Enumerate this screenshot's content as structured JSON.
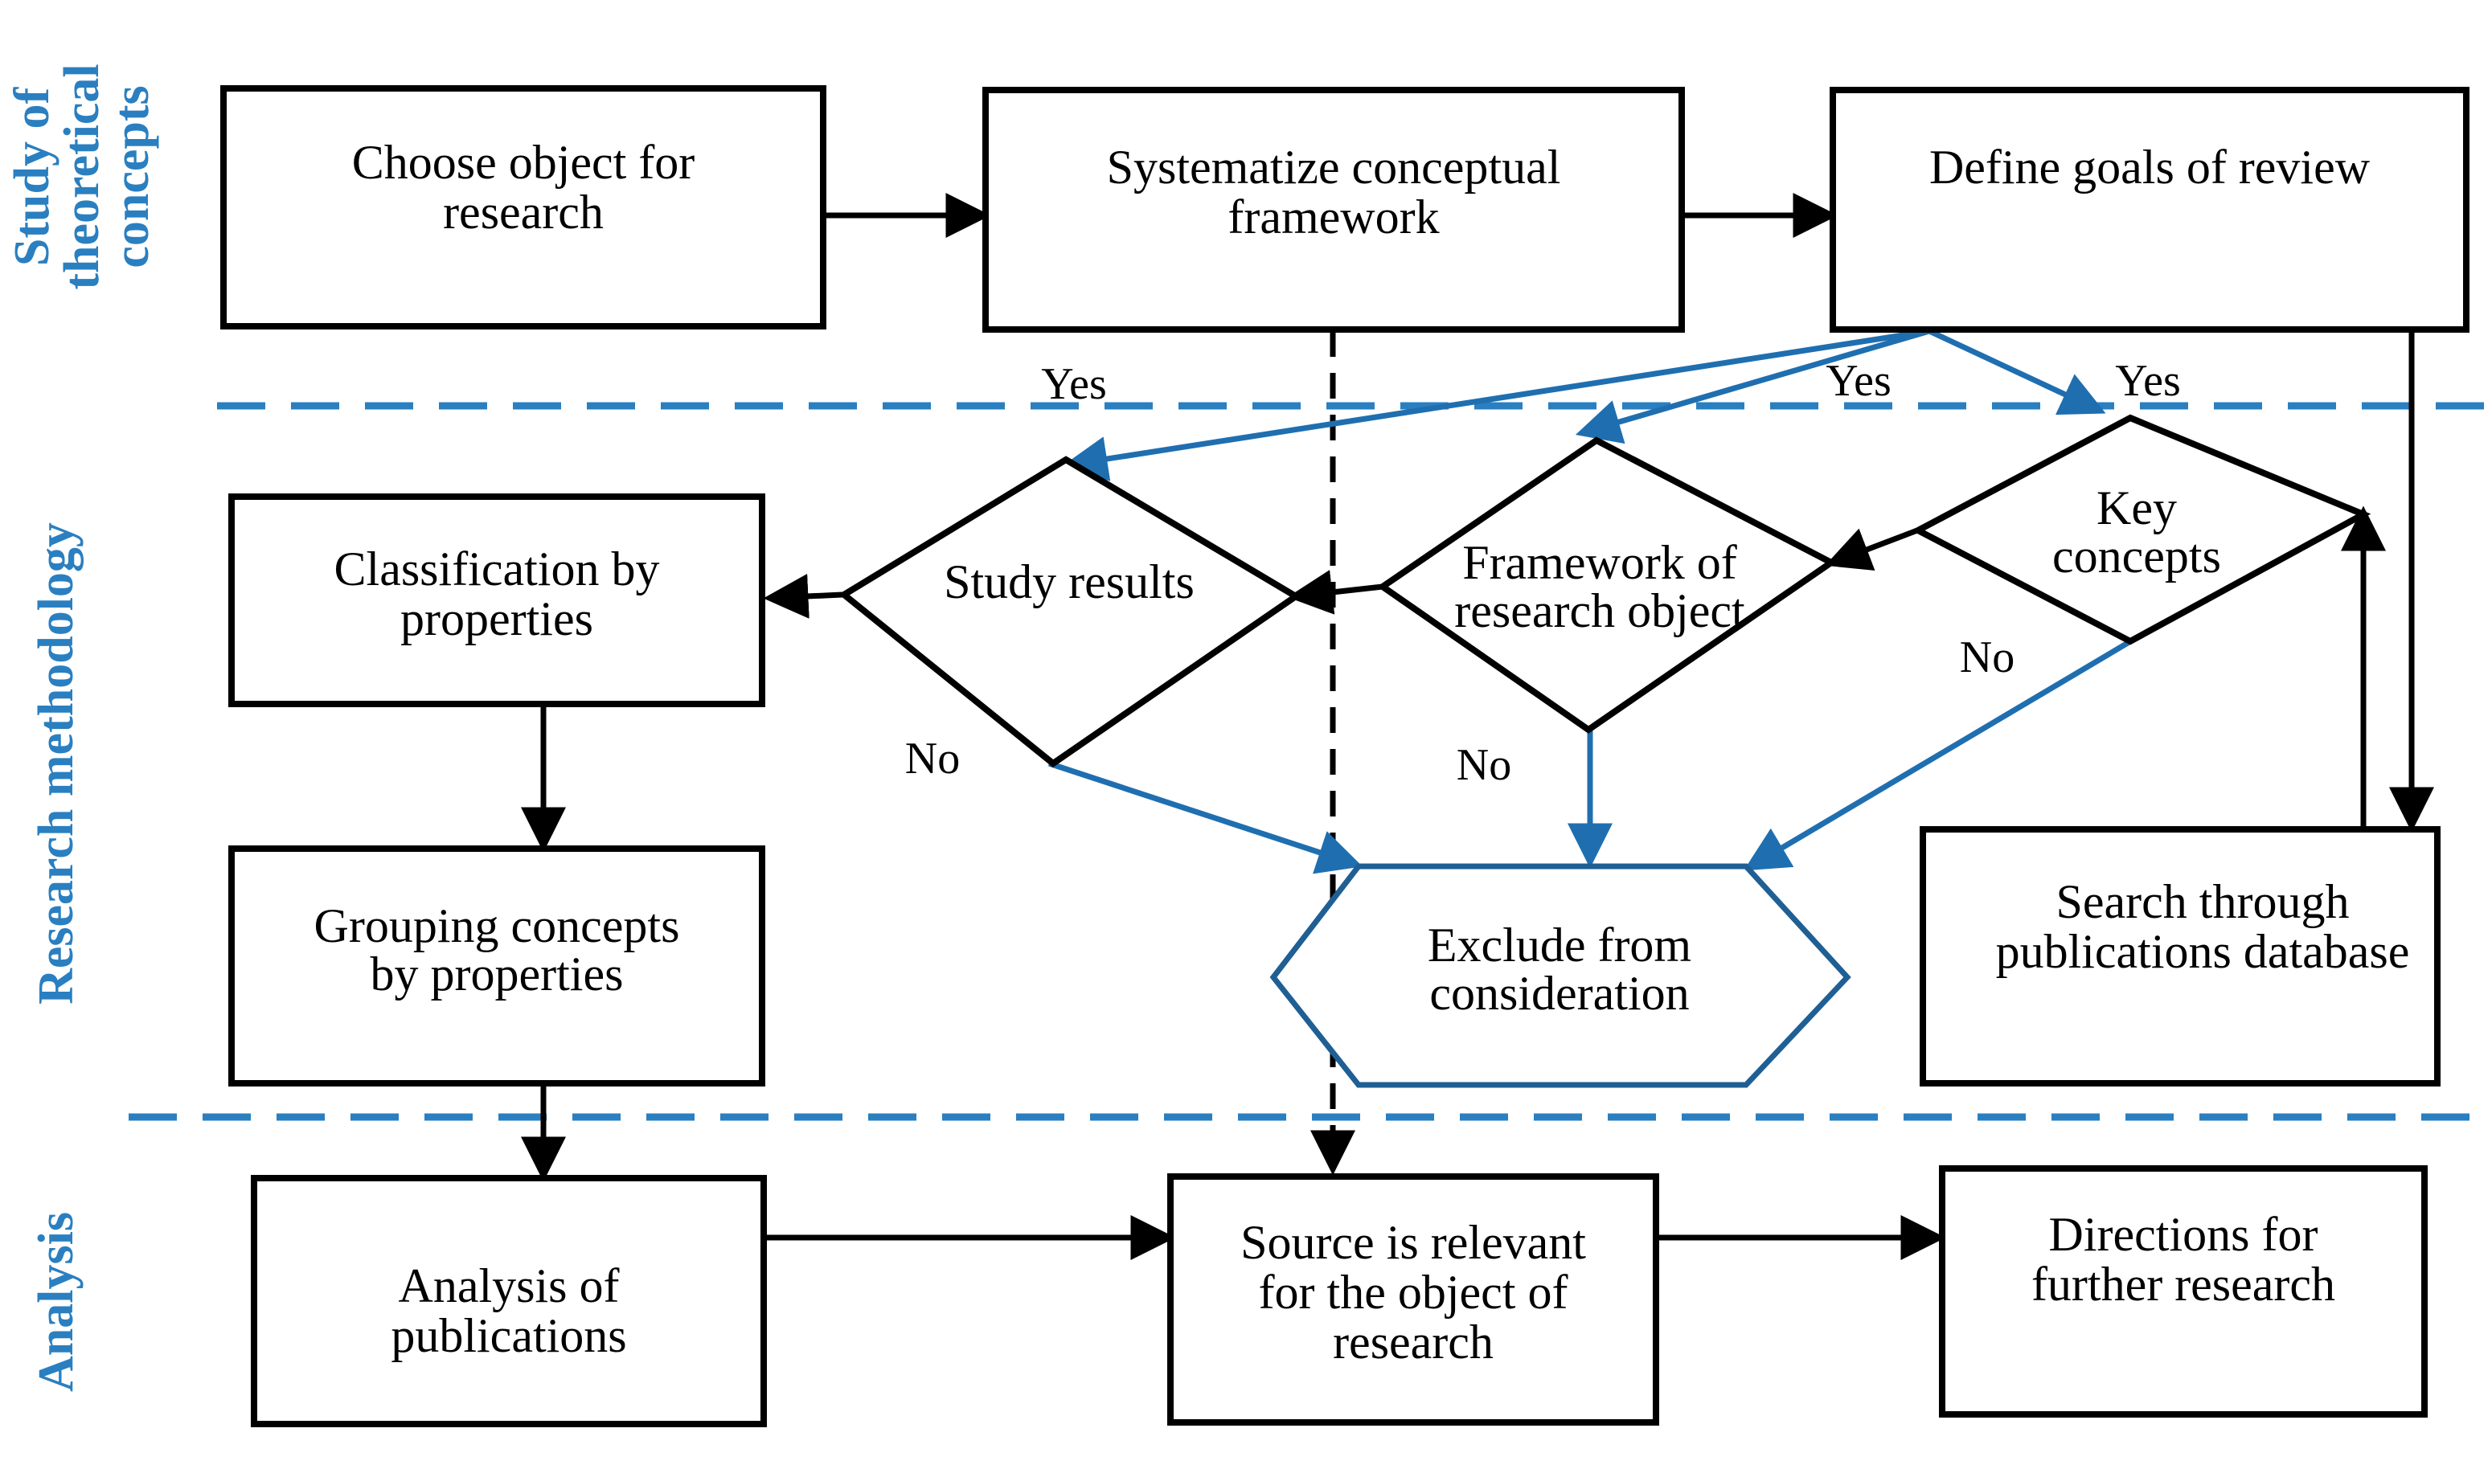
{
  "colors": {
    "section_label": "#2a7fc0",
    "separator": "#2a7fc0",
    "no_path_arrow": "#1f6fb0",
    "exclude_border": "#1f5f94",
    "box_border": "#000000"
  },
  "sections": {
    "theory": [
      "Study of",
      "theoretical",
      "concepts"
    ],
    "methodology": [
      "Research methodology"
    ],
    "analysis": [
      "Analysis"
    ]
  },
  "nodes": {
    "choose_object": [
      "Choose object for",
      "research"
    ],
    "systematize": [
      "Systematize conceptual",
      "framework"
    ],
    "define_goals": [
      "Define goals of review"
    ],
    "study_results": [
      "Study results"
    ],
    "framework_object": [
      "Framework of",
      "research object"
    ],
    "key_concepts": [
      "Key",
      "concepts"
    ],
    "classification": [
      "Classification by",
      "properties"
    ],
    "grouping": [
      "Grouping concepts",
      "by properties"
    ],
    "exclude": [
      "Exclude from",
      "consideration"
    ],
    "search_db": [
      "Search through",
      "publications database"
    ],
    "analysis_pubs": [
      "Analysis of",
      "publications"
    ],
    "source_relevant": [
      "Source is relevant",
      "for the object of",
      "research"
    ],
    "directions": [
      "Directions for",
      "further research"
    ]
  },
  "edge_labels": {
    "yes_study": "Yes",
    "yes_framework": "Yes",
    "yes_key": "Yes",
    "no_study": "No",
    "no_framework": "No",
    "no_key": "No"
  }
}
